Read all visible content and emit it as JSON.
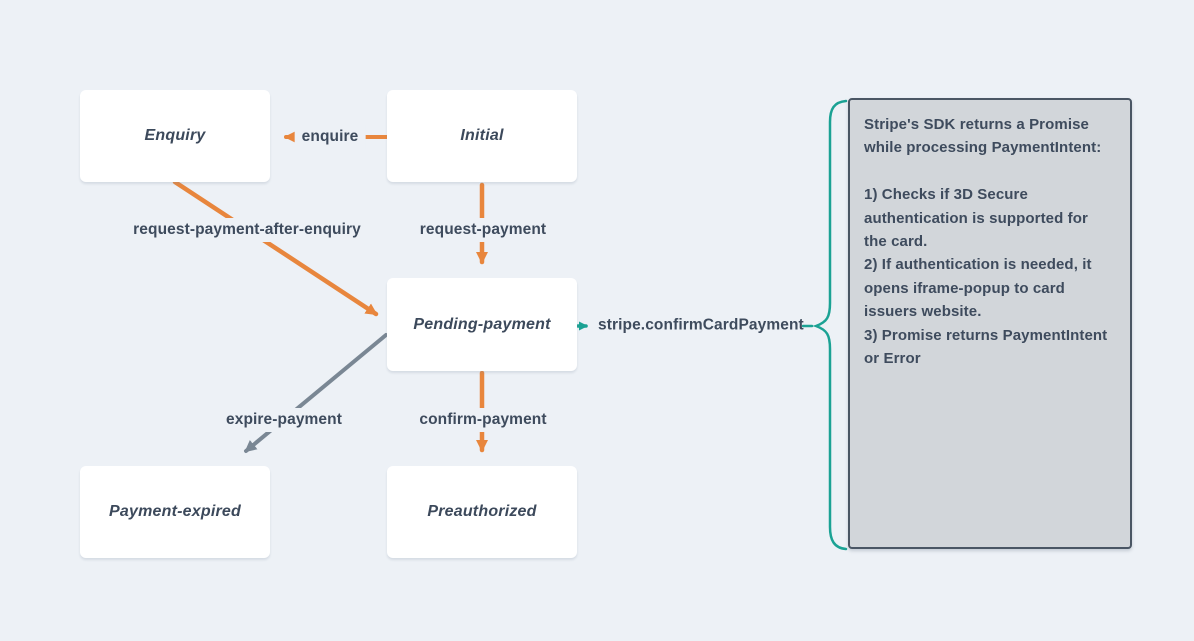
{
  "diagram": {
    "states": [
      {
        "label": "Enquiry"
      },
      {
        "label": "Initial"
      },
      {
        "label": "Pending-payment"
      },
      {
        "label": "Payment-expired"
      },
      {
        "label": "Preauthorized"
      }
    ],
    "transitions": [
      {
        "label": "enquire",
        "from": "Initial",
        "to": "Enquiry",
        "color": "#e8863d"
      },
      {
        "label": "request-payment",
        "from": "Initial",
        "to": "Pending-payment",
        "color": "#e8863d"
      },
      {
        "label": "request-payment-after-enquiry",
        "from": "Enquiry",
        "to": "Pending-payment",
        "color": "#e8863d"
      },
      {
        "label": "expire-payment",
        "from": "Pending-payment",
        "to": "Payment-expired",
        "color": "#7a8794"
      },
      {
        "label": "confirm-payment",
        "from": "Pending-payment",
        "to": "Preauthorized",
        "color": "#e8863d"
      }
    ],
    "callout": {
      "trigger": "stripe.confirmCardPayment",
      "note": "Stripe's SDK returns a Promise\nwhile processing PaymentIntent:\n\n1) Checks if 3D Secure\nauthentication is supported for\nthe card.\n2) If authentication is needed, it\nopens iframe-popup to card\nissuers website.\n3) Promise returns PaymentIntent\nor Error"
    },
    "colors": {
      "background": "#edf1f6",
      "orange": "#e8863d",
      "gray": "#7a8794",
      "teal": "#1ba294",
      "text": "#3e4b5d",
      "note_background": "#d2d6da",
      "note_border": "#4a5664",
      "state_background": "#ffffff"
    }
  }
}
